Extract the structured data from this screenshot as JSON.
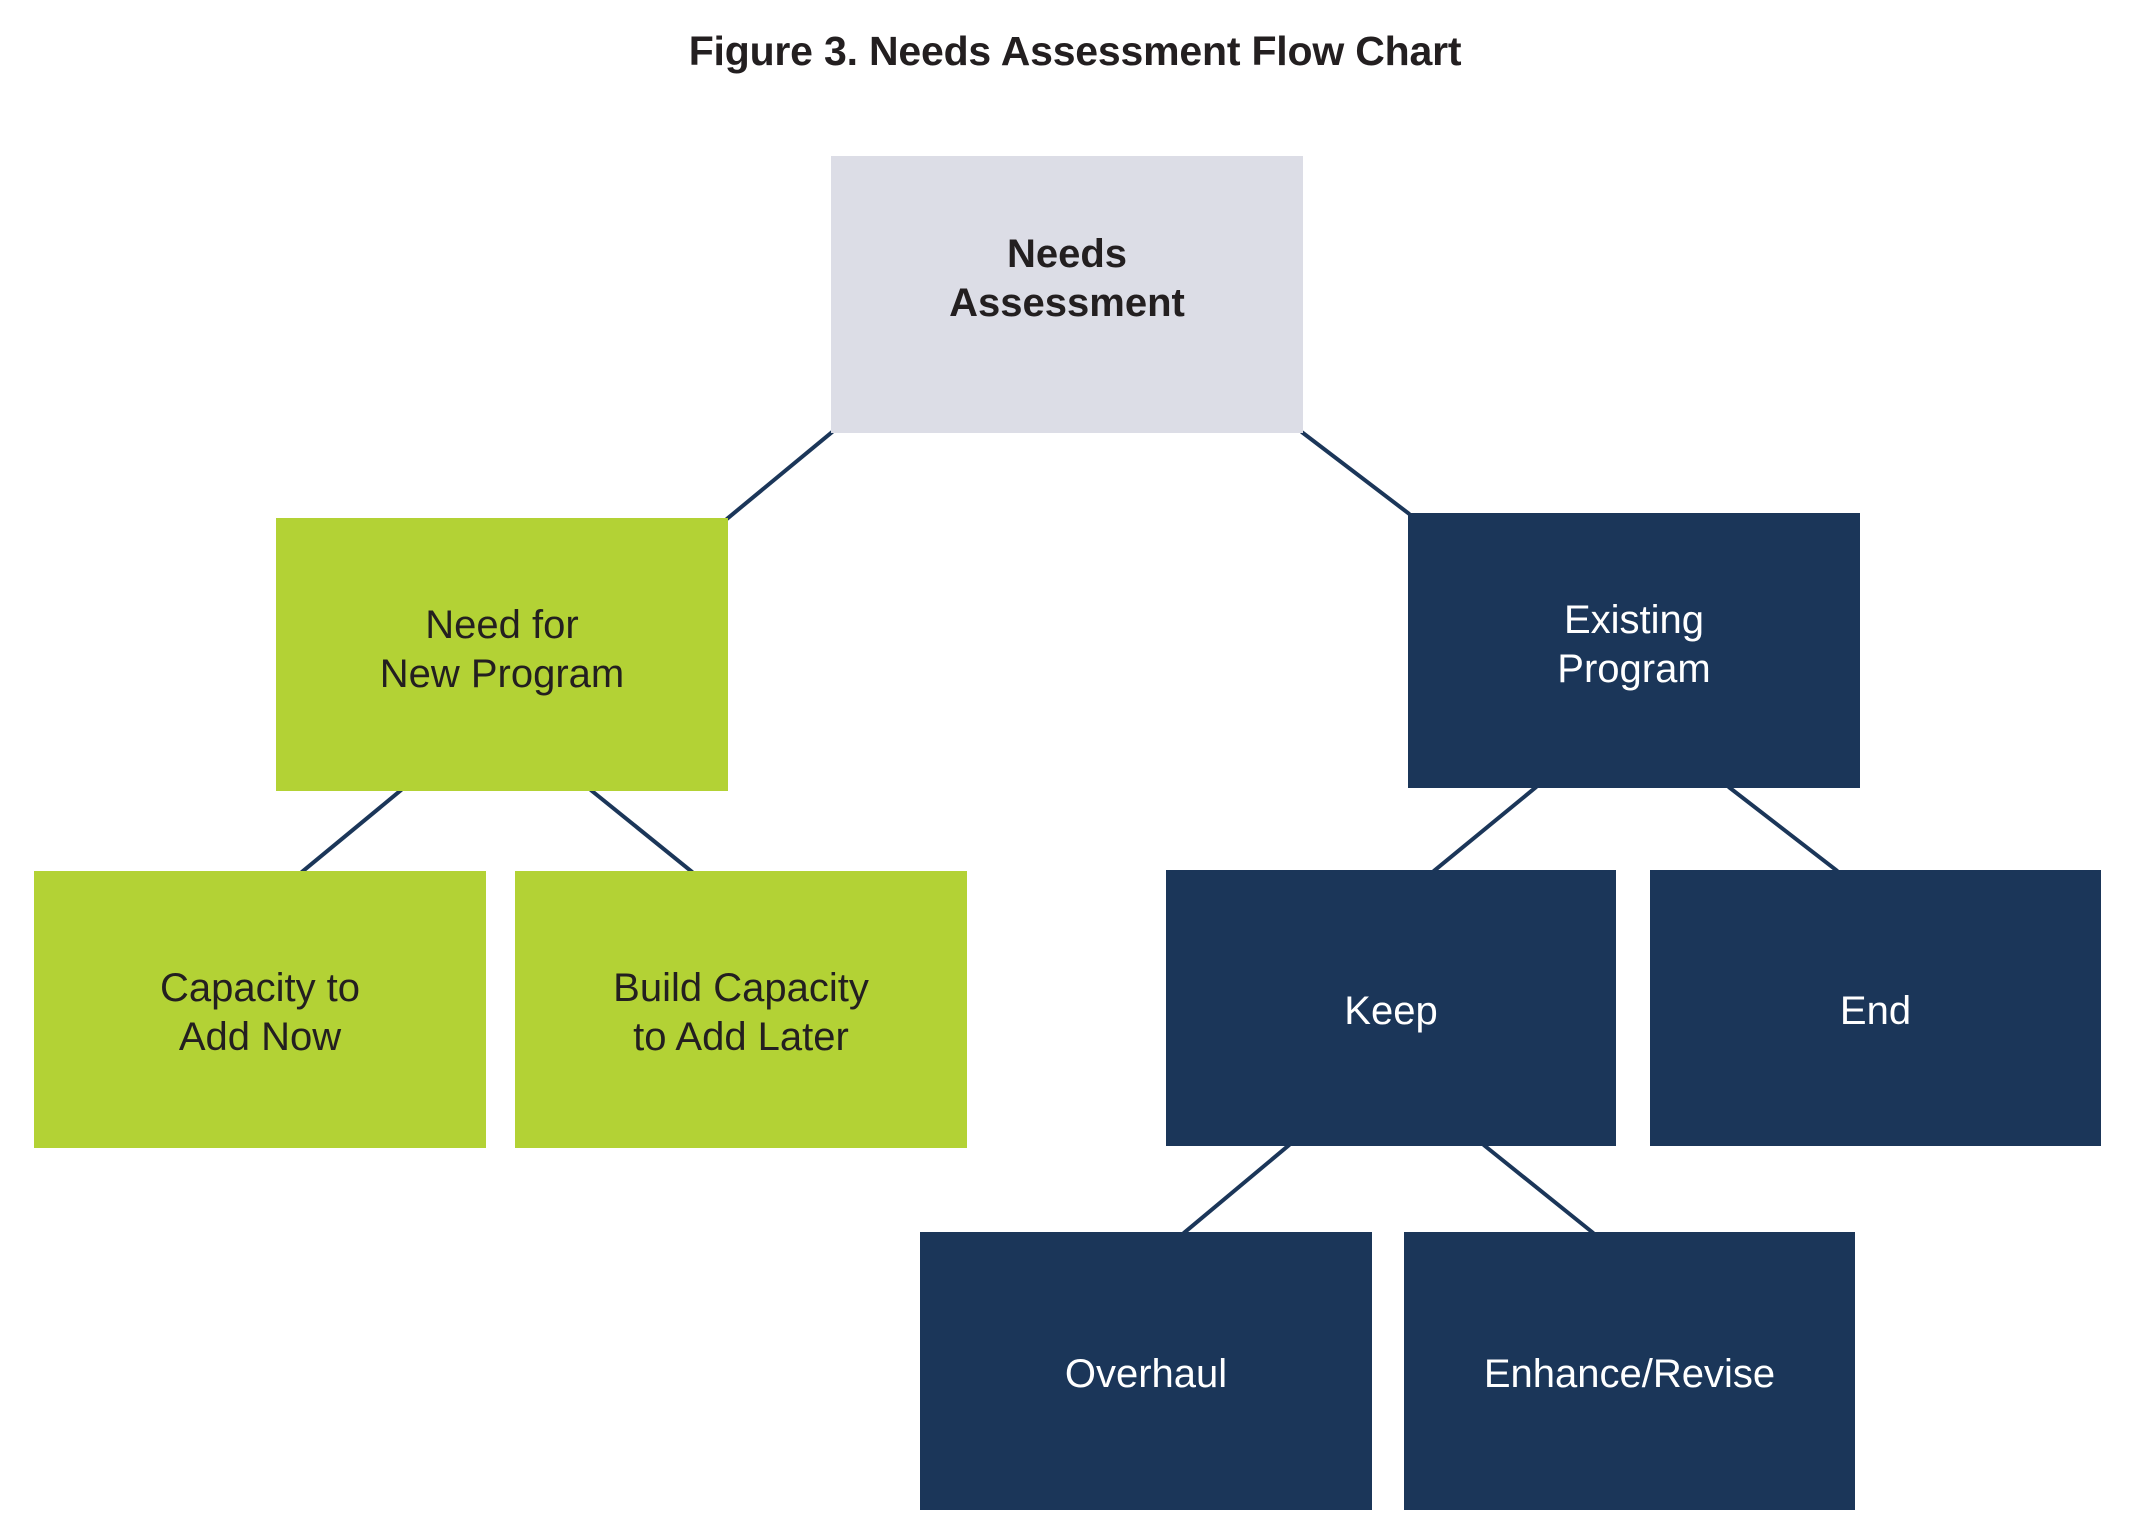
{
  "figure": {
    "title": "Figure 3. Needs Assessment Flow Chart"
  },
  "colors": {
    "background": "#ffffff",
    "root_fill": "#dcdde6",
    "green_fill": "#b3d235",
    "navy_fill": "#1b3659",
    "connector_line": "#1b3659",
    "dark_text": "#231f20",
    "light_text": "#ffffff"
  },
  "chart_data": {
    "type": "diagram",
    "title": "Figure 3. Needs Assessment Flow Chart",
    "nodes": [
      {
        "id": "needs-assessment",
        "label": "Needs\nAssessment",
        "style": "root",
        "level": 0
      },
      {
        "id": "need-new-program",
        "label": "Need for\nNew Program",
        "style": "green",
        "level": 1
      },
      {
        "id": "existing-program",
        "label": "Existing\nProgram",
        "style": "navy",
        "level": 1
      },
      {
        "id": "capacity-add-now",
        "label": "Capacity to\nAdd Now",
        "style": "green",
        "level": 2
      },
      {
        "id": "build-capacity",
        "label": "Build Capacity\nto Add Later",
        "style": "green",
        "level": 2
      },
      {
        "id": "keep",
        "label": "Keep",
        "style": "navy",
        "level": 2
      },
      {
        "id": "end",
        "label": "End",
        "style": "navy",
        "level": 2
      },
      {
        "id": "overhaul",
        "label": "Overhaul",
        "style": "navy",
        "level": 3
      },
      {
        "id": "enhance-revise",
        "label": "Enhance/Revise",
        "style": "navy",
        "level": 3
      }
    ],
    "edges": [
      {
        "from": "needs-assessment",
        "to": "need-new-program"
      },
      {
        "from": "needs-assessment",
        "to": "existing-program"
      },
      {
        "from": "need-new-program",
        "to": "capacity-add-now"
      },
      {
        "from": "need-new-program",
        "to": "build-capacity"
      },
      {
        "from": "existing-program",
        "to": "keep"
      },
      {
        "from": "existing-program",
        "to": "end"
      },
      {
        "from": "keep",
        "to": "overhaul"
      },
      {
        "from": "keep",
        "to": "enhance-revise"
      }
    ]
  },
  "nodes": {
    "needs_assessment": {
      "label": "Needs\nAssessment"
    },
    "need_new_program": {
      "label": "Need for\nNew Program"
    },
    "existing_program": {
      "label": "Existing\nProgram"
    },
    "capacity_add_now": {
      "label": "Capacity to\nAdd Now"
    },
    "build_capacity": {
      "label": "Build Capacity\nto Add Later"
    },
    "keep": {
      "label": "Keep"
    },
    "end": {
      "label": "End"
    },
    "overhaul": {
      "label": "Overhaul"
    },
    "enhance_revise": {
      "label": "Enhance/Revise"
    }
  }
}
